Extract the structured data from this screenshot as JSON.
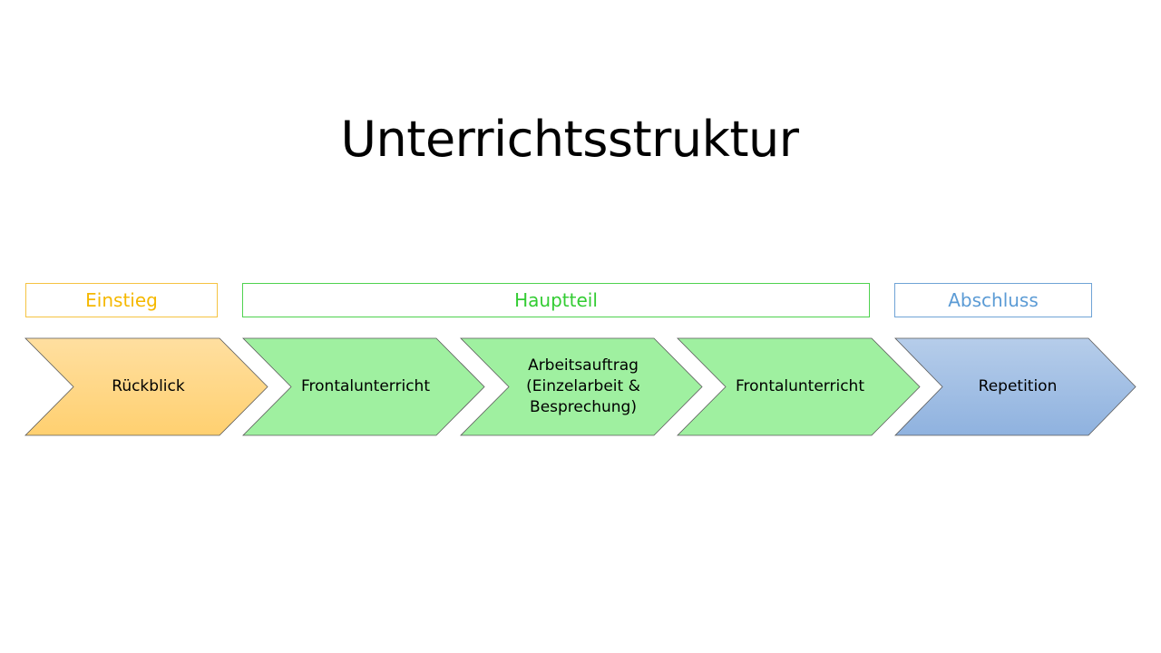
{
  "title": "Unterrichtsstruktur",
  "colors": {
    "einstieg": "#F5B800",
    "hauptteil": "#33CC33",
    "abschluss": "#5B9BD5",
    "einstieg_border": "#F5C342",
    "hauptteil_border": "#4FD24F",
    "abschluss_border": "#6FA3D6",
    "arrow_outline": "#5A5A5A"
  },
  "phases": [
    {
      "label": "Einstieg",
      "color": "#F5B800"
    },
    {
      "label": "Hauptteil",
      "color": "#33CC33"
    },
    {
      "label": "Abschluss",
      "color": "#5B9BD5"
    }
  ],
  "steps": [
    {
      "label": "Rückblick",
      "fill_top": "#FFDFA0",
      "fill_bottom": "#FFD070"
    },
    {
      "label": "Frontalunterricht",
      "fill_top": "#9FF0A0",
      "fill_bottom": "#9FF0A0"
    },
    {
      "label": "Arbeitsauftrag\n(Einzelarbeit  &\nBesprechung)",
      "fill_top": "#9FF0A0",
      "fill_bottom": "#9FF0A0"
    },
    {
      "label": "Frontalunterricht",
      "fill_top": "#9FF0A0",
      "fill_bottom": "#9FF0A0"
    },
    {
      "label": "Repetition",
      "fill_top": "#B6CDEA",
      "fill_bottom": "#8FB2DF"
    }
  ]
}
